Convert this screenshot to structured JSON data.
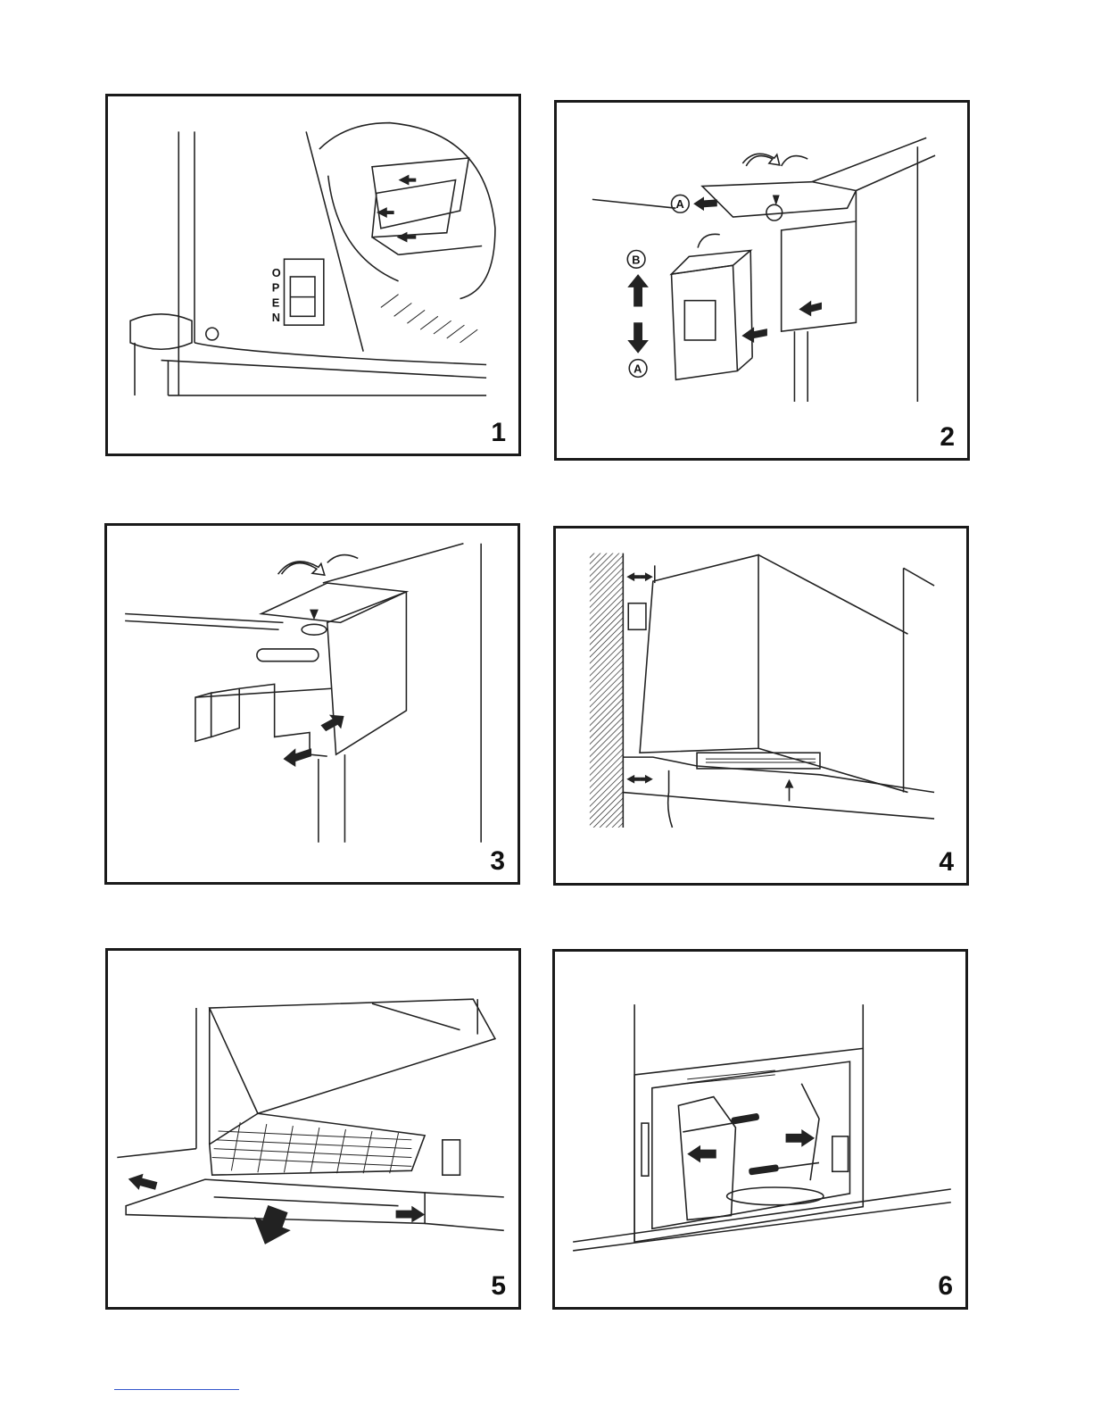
{
  "figures": [
    {
      "number": "1",
      "open_label": "OPEN"
    },
    {
      "number": "2",
      "label_a": "A",
      "label_b": "B"
    },
    {
      "number": "3"
    },
    {
      "number": "4"
    },
    {
      "number": "5"
    },
    {
      "number": "6"
    }
  ]
}
